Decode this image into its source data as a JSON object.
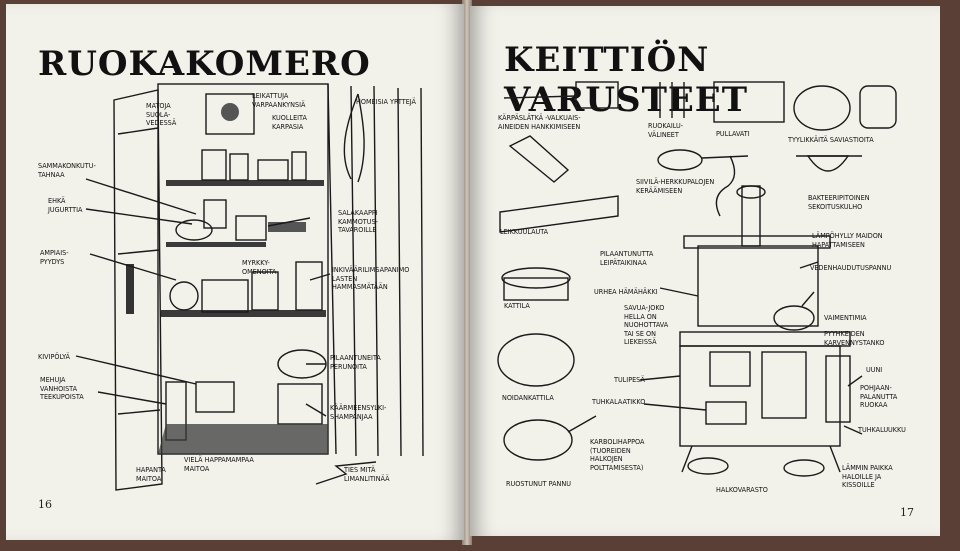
{
  "left_page": {
    "title": "RUOKAKOMERO",
    "page_number": "16",
    "labels": {
      "matoja": "MATOJA\nSUOLA-\nVEDESSÄ",
      "leikattuja": "LEIKATTUJA\nVARPAANKYNSIÄ",
      "homeisia": "HOMEISIA YRTTEJÄ",
      "kuolleita": "KUOLLEITA\nKARPASIA",
      "sammakonkutu": "SAMMAKONKUTU-\nTAHNAA",
      "ehka": "EHKÄ\nJUGURTTIA",
      "salakaappi": "SALAKAAPPI\nKAMMOTUS-\nTAVAROILLE",
      "ampiais": "AMPIAIS-\nPYYDYS",
      "myrkkyomenoita": "MYRKKY-\nOMENOITA",
      "inkivaari": "INKIVÄÄRILIMSAPANIMO\nLASTEN\nHAMMASMÄTÄÄN",
      "kivipolya": "KIVIPÖLYÄ",
      "mehuja": "MEHUJA\nVANHOISTA\nTEEKUPOISTA",
      "pilaantuneita": "PILAANTUNEITA\nPERUNOITA",
      "kaarmeensylki": "KÄÄRMEENSYLKI-\nSHAMPANJAA",
      "hapantaa": "HAPANTA\nMAITOA",
      "viela": "VIELÄ HAPPAMAMPAA\nMAITOA",
      "ties": "TIES MITÄ\nLIMANLITINÄÄ"
    }
  },
  "right_page": {
    "title": "KEITTIÖN VARUSTEET",
    "page_number": "17",
    "labels": {
      "karpaslatka": "KÄRPÄSLÄTKÄ -VALKUAIS-\nAINEIDEN HANKKIMISEEN",
      "ruokailuvalineet": "RUOKAILU-\nVÄLINEET",
      "pullavati": "PULLAVATI",
      "tyylikkaita": "TYYLIKKÄITÄ SAVIASTIOITA",
      "siivila": "SIIVILÄ-HERKKUPALOJEN\nKERÄÄMISEEN",
      "bakteeri": "BAKTEERIPITOINEN\nSEKOITUSKULHO",
      "leikkuulauta": "LEIKKUULAUTA",
      "pilaantunutta": "PILAANTUNUTTA\nLEIPÄTAIKINAA",
      "lampohylly": "LÄMPÖHYLLY MAIDON\nHAPATTAMISEEN",
      "vedenhaudutus": "VEDENHAUDUTUSPANNU",
      "kattila": "KATTILA",
      "urhea": "URHEA HÄMÄHÄKKI",
      "savua": "SAVUA-JOKO\nHELLA ON\nNUOHOTTAVA\nTAI SE ON\nLIEKEISSÄ",
      "vaimentimia": "VAIMENTIMIA",
      "pyyhkeiden": "PYYHKEIDEN\nKARVENNYSTANKO",
      "noidankattila": "NOIDANKATTILA",
      "tulipesa": "TULIPESÄ",
      "uuni": "UUNI",
      "pohjaan": "POHJAAN-\nPALANUTTA\nRUOKAA",
      "tuhkalaatikko": "TUHKALAATIKKO",
      "tuhkaluukku": "TUHKALUUKKU",
      "karbolihappoa": "KARBOLIHAPPOA\n(TUOREIDEN\nHALKOJEN\nPOLTTAMISESTA)",
      "ruostunut": "RUOSTUNUT PANNU",
      "halkovarasto": "HALKOVARASTO",
      "lammin": "LÄMMIN PAIKKA\nHALOILLE JA\nKISSOILLE"
    }
  }
}
